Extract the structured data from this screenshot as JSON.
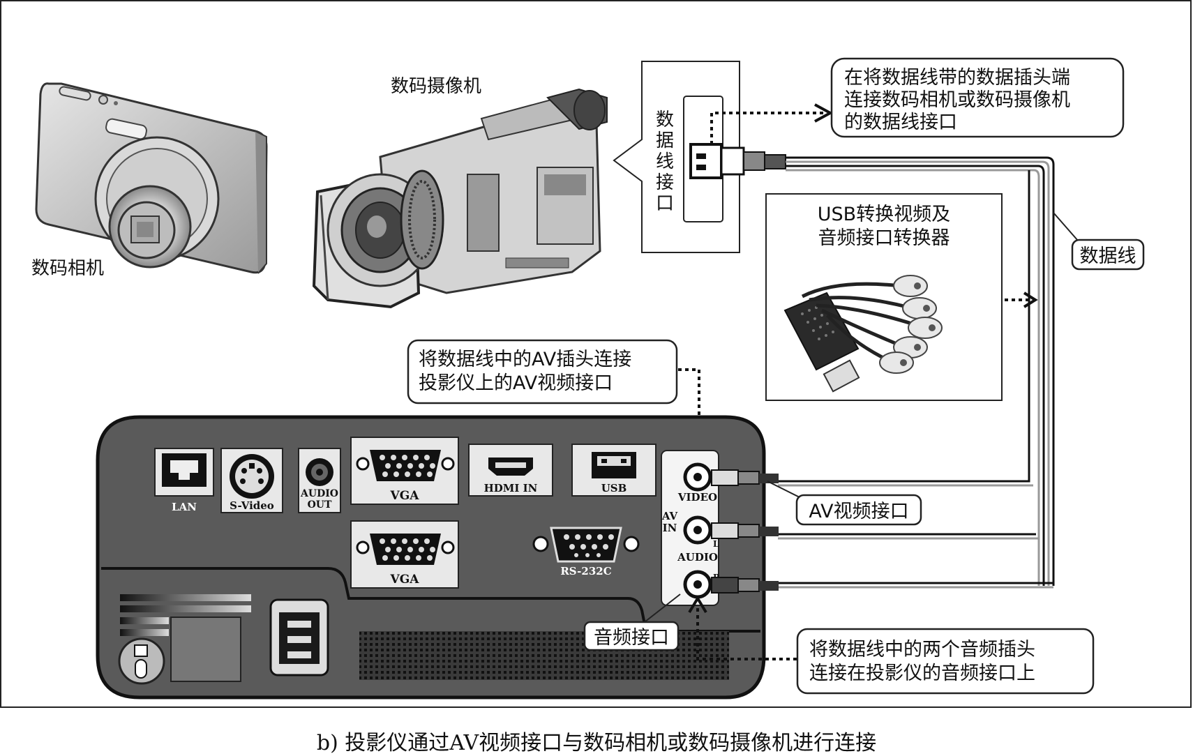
{
  "labels": {
    "digital_camera": "数码相机",
    "camcorder": "数码摄像机",
    "data_port_vertical": "数据线接口",
    "callout_top": [
      "在将数据线带的数据插头端",
      "连接数码相机或数码摄像机",
      "的数据线接口"
    ],
    "usb_converter": [
      "USB转换视频及",
      "音频接口转换器"
    ],
    "data_cable": "数据线",
    "callout_av": [
      "将数据线中的AV插头连接",
      "投影仪上的AV视频接口"
    ],
    "av_video_port": "AV视频接口",
    "audio_port": "音频接口",
    "callout_audio": [
      "将数据线中的两个音频插头",
      "连接在投影仪的音频接口上"
    ]
  },
  "ports": {
    "lan": "LAN",
    "svideo": "S-Video",
    "audio_out": [
      "AUDIO",
      "OUT"
    ],
    "vga1": "VGA",
    "vga2": "VGA",
    "hdmi": "HDMI  IN",
    "usb": "USB",
    "rs232": "RS-232C",
    "av_in": [
      "AV",
      "IN"
    ],
    "video": "VIDEO",
    "audio": "AUDIO",
    "audio_l": "L",
    "audio_r": "R"
  },
  "caption": "b) 投影仪通过AV视频接口与数码相机或数码摄像机进行连接"
}
